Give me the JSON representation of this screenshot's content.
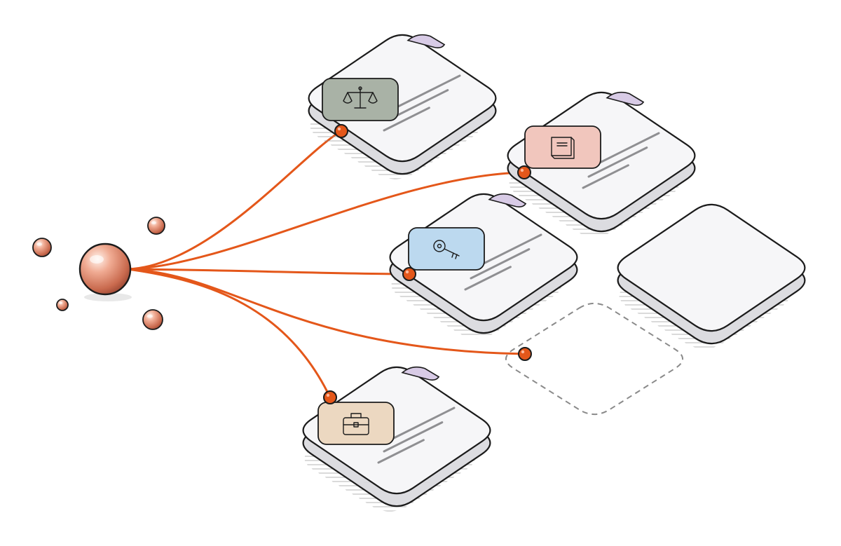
{
  "colors": {
    "wire": "#e4571a",
    "outline": "#1b1b1b",
    "card_face": "#f6f6f8",
    "card_side": "#dcdce0",
    "tab": "#d8cbe6",
    "line": "#8f8f92",
    "dashed_outline": "#8a8a8a",
    "hub_orb": "#e7927a",
    "connector_dot": "#e4571a"
  },
  "hub": {
    "icon": "copper-sphere",
    "satellites": 4
  },
  "cards": [
    {
      "id": "legal",
      "icon": "scales-icon",
      "icon_bg": "#a9b2a6",
      "connected": true
    },
    {
      "id": "book",
      "icon": "book-icon",
      "icon_bg": "#f1c6bd",
      "connected": true
    },
    {
      "id": "security",
      "icon": "key-icon",
      "icon_bg": "#bcd9ef",
      "connected": true
    },
    {
      "id": "blank",
      "icon": "",
      "icon_bg": "",
      "connected": false
    },
    {
      "id": "placeholder",
      "icon": "",
      "icon_bg": "",
      "connected": true,
      "dashed": true
    },
    {
      "id": "business",
      "icon": "briefcase-icon",
      "icon_bg": "#ecd8c1",
      "connected": true
    }
  ]
}
